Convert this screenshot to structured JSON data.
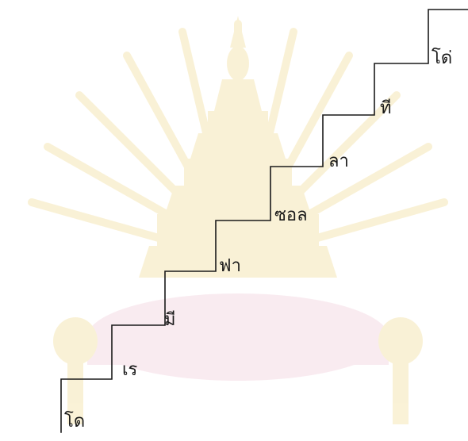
{
  "staircase": {
    "steps": [
      {
        "label": "โด"
      },
      {
        "label": "เร"
      },
      {
        "label": "มี"
      },
      {
        "label": "ฟา"
      },
      {
        "label": "ซอล"
      },
      {
        "label": "ลา"
      },
      {
        "label": "ที"
      },
      {
        "label": "โด่"
      }
    ]
  },
  "watermark": {
    "description_name": "university-emblem-watermark",
    "color": "#e8c34a"
  },
  "colors": {
    "line": "#1a1a1a",
    "text": "#1a1a1a",
    "watermark_gold": "#f0d78a",
    "watermark_pink": "#e8b8c8"
  }
}
